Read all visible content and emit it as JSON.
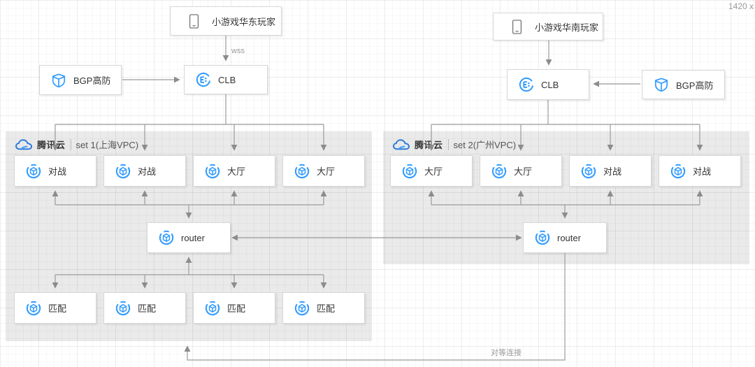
{
  "canvas": {
    "size_indicator": "1420 x"
  },
  "clients": {
    "east": {
      "label": "小游戏华东玩家"
    },
    "south": {
      "label": "小游戏华南玩家"
    }
  },
  "edge_labels": {
    "wss": "wss",
    "peering": "对等连接"
  },
  "security": {
    "left": {
      "label": "BGP高防"
    },
    "right": {
      "label": "BGP高防"
    }
  },
  "load_balancers": {
    "left": {
      "label": "CLB"
    },
    "right": {
      "label": "CLB"
    }
  },
  "vpc1": {
    "provider": "腾讯云",
    "title": "set 1(上海VPC)",
    "servers": [
      {
        "label": "对战"
      },
      {
        "label": "对战"
      },
      {
        "label": "大厅"
      },
      {
        "label": "大厅"
      }
    ],
    "router": {
      "label": "router"
    },
    "matchers": [
      {
        "label": "匹配"
      },
      {
        "label": "匹配"
      },
      {
        "label": "匹配"
      },
      {
        "label": "匹配"
      }
    ]
  },
  "vpc2": {
    "provider": "腾讯云",
    "title": "set 2(广州VPC)",
    "servers": [
      {
        "label": "大厅"
      },
      {
        "label": "大厅"
      },
      {
        "label": "对战"
      },
      {
        "label": "对战"
      }
    ],
    "router": {
      "label": "router"
    }
  },
  "colors": {
    "accent_blue": "#2f9bff",
    "logo_blue": "#2f7bd9",
    "line_gray": "#9b9b9b",
    "region_gray": "#ebebeb"
  },
  "icons": {
    "client": "smartphone-icon",
    "security": "bgp-shield-icon",
    "load_balancer": "clb-icon",
    "server": "cvm-cube-icon",
    "provider": "tencent-cloud-logo"
  }
}
